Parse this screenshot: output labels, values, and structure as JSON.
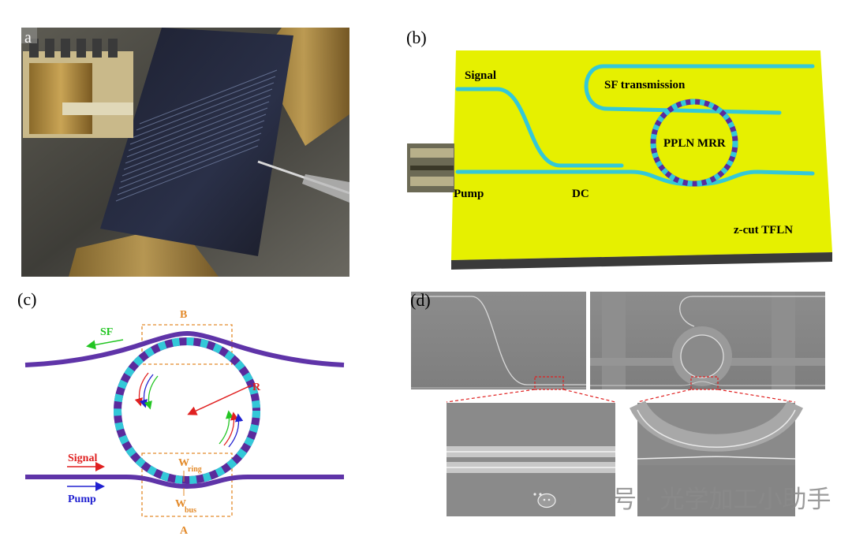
{
  "panels": {
    "a": {
      "label": "a"
    },
    "b": {
      "label": "(b)",
      "signal": "Signal",
      "pump": "Pump",
      "dc": "DC",
      "sf_transmission": "SF transmission",
      "ppln_mrr": "PPLN MRR",
      "substrate": "z-cut TFLN"
    },
    "c": {
      "label": "(c)",
      "sf": "SF",
      "signal": "Signal",
      "pump": "Pump",
      "r": "R",
      "a": "A",
      "b": "B",
      "w": "W",
      "ring": "ring",
      "bus": "bus"
    },
    "d": {
      "label": "(d)"
    }
  },
  "watermark": {
    "text": "公众号 · 光学加工小助手"
  },
  "colors": {
    "substrate": "#e6f000",
    "waveguide": "#33c8d8",
    "ring_purple": "#5a2a9c",
    "bus_purple": "#5f34a8",
    "box_orange": "#e38a2a",
    "label_orange": "#e38a2a",
    "sf_green": "#22c522",
    "signal_red": "#e02020",
    "pump_blue": "#2020d0"
  }
}
